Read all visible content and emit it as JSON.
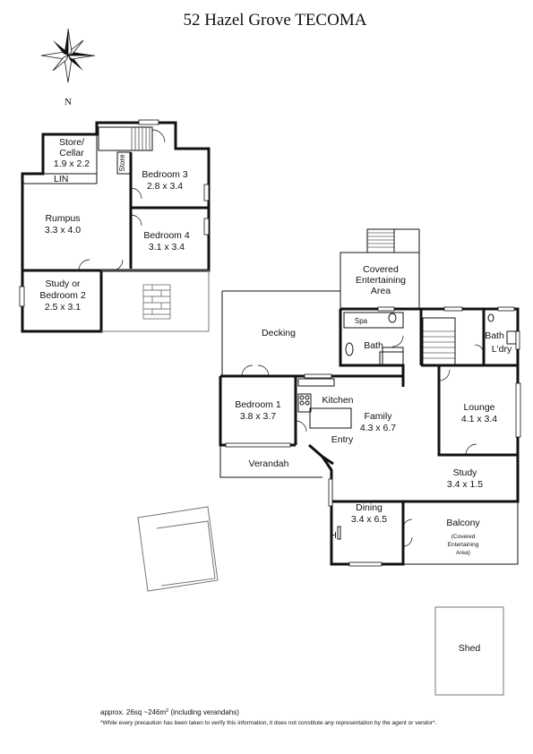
{
  "title": "52 Hazel Grove TECOMA",
  "compass": {
    "label": "N",
    "icon": "compass-rose-icon"
  },
  "lower_floor": {
    "rooms": [
      {
        "name": "Store/",
        "name2": "Cellar",
        "dims": "1.9 x 2.2"
      },
      {
        "name": "Bedroom 3",
        "dims": "2.8 x 3.4"
      },
      {
        "name": "Rumpus",
        "dims": "3.3 x 4.0"
      },
      {
        "name": "Bedroom 4",
        "dims": "3.1 x 3.4"
      },
      {
        "name": "Study or",
        "name2": "Bedroom 2",
        "dims": "2.5 x 3.1"
      }
    ],
    "labels": {
      "lin": "LIN",
      "store": "Store"
    }
  },
  "upper_floor": {
    "rooms": [
      {
        "name": "Covered",
        "name2": "Entertaining",
        "name3": "Area"
      },
      {
        "name": "Decking"
      },
      {
        "name": "Spa"
      },
      {
        "name": "Bath"
      },
      {
        "name": "Bath"
      },
      {
        "name": "L'dry"
      },
      {
        "name": "Bedroom 1",
        "dims": "3.8 x 3.7"
      },
      {
        "name": "Kitchen"
      },
      {
        "name": "Family",
        "dims": "4.3 x 6.7"
      },
      {
        "name": "Lounge",
        "dims": "4.1 x 3.4"
      },
      {
        "name": "Entry"
      },
      {
        "name": "Verandah"
      },
      {
        "name": "Study",
        "dims": "3.4 x 1.5"
      },
      {
        "name": "Dining",
        "dims": "3.4 x 6.5"
      },
      {
        "name": "Balcony",
        "name2": "(Covered",
        "name3": "Entertaining",
        "name4": "Area)"
      },
      {
        "name": "Shed"
      }
    ],
    "labels": {
      "heater": "H"
    }
  },
  "footer": {
    "area_prefix": "approx. 26sq ~246m",
    "area_sup": "2",
    "area_suffix": " (including verandahs)",
    "disclaimer": "*While every precaution has been taken to verify this information, it does not constitute any representation by the agent or vendor*."
  }
}
